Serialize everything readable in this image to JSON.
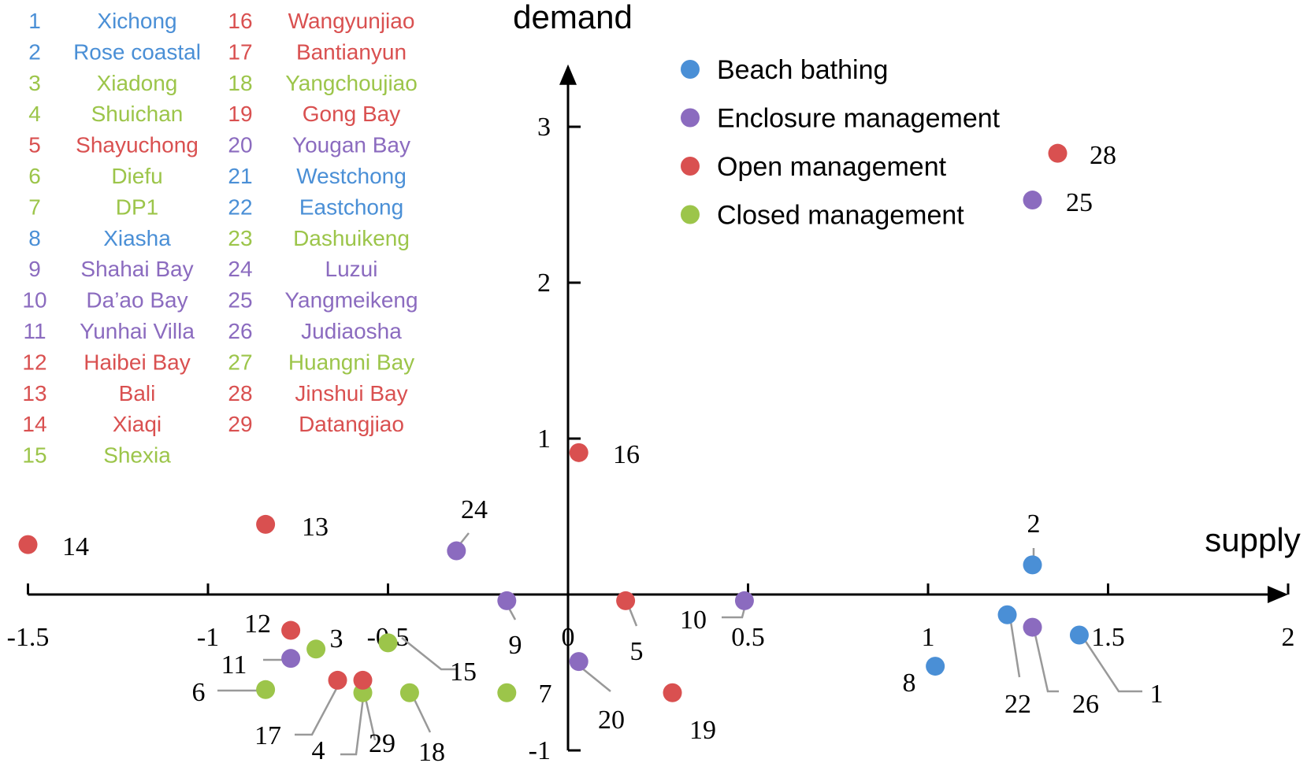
{
  "chart_data": {
    "type": "scatter",
    "xlabel": "supply",
    "ylabel": "demand",
    "xlim": [
      -1.5,
      2
    ],
    "ylim": [
      -1,
      3.4
    ],
    "x_ticks": [
      {
        "v": -1.5,
        "label": "-1.5"
      },
      {
        "v": -1,
        "label": "-1"
      },
      {
        "v": -0.5,
        "label": "-0.5"
      },
      {
        "v": 0,
        "label": "0"
      },
      {
        "v": 0.5,
        "label": "0.5"
      },
      {
        "v": 1,
        "label": "1"
      },
      {
        "v": 1.5,
        "label": "1.5"
      },
      {
        "v": 2,
        "label": "2"
      }
    ],
    "y_ticks": [
      {
        "v": -1,
        "label": "-1"
      },
      {
        "v": 0,
        "label": "0"
      },
      {
        "v": 1,
        "label": "1"
      },
      {
        "v": 2,
        "label": "2"
      },
      {
        "v": 3,
        "label": "3"
      }
    ],
    "grid": false,
    "legend_position": "top-center",
    "colors": {
      "blue": "#4a8fd6",
      "purple": "#8b6bbf",
      "red": "#d95050",
      "green": "#9cc54a",
      "axis": "#000000",
      "leader": "#999999"
    },
    "legend": [
      {
        "label": "Beach bathing",
        "color": "blue"
      },
      {
        "label": "Enclosure management",
        "color": "purple"
      },
      {
        "label": "Open management",
        "color": "red"
      },
      {
        "label": "Closed management",
        "color": "green"
      }
    ],
    "site_list": [
      {
        "id": "1",
        "name": "Xichong",
        "color": "blue"
      },
      {
        "id": "2",
        "name": "Rose coastal",
        "color": "blue"
      },
      {
        "id": "3",
        "name": "Xiadong",
        "color": "green"
      },
      {
        "id": "4",
        "name": "Shuichan",
        "color": "green"
      },
      {
        "id": "5",
        "name": "Shayuchong",
        "color": "red"
      },
      {
        "id": "6",
        "name": "Diefu",
        "color": "green"
      },
      {
        "id": "7",
        "name": "DP1",
        "color": "green"
      },
      {
        "id": "8",
        "name": "Xiasha",
        "color": "blue"
      },
      {
        "id": "9",
        "name": "Shahai Bay",
        "color": "purple"
      },
      {
        "id": "10",
        "name": "Da’ao Bay",
        "color": "purple"
      },
      {
        "id": "11",
        "name": "Yunhai  Villa",
        "color": "purple"
      },
      {
        "id": "12",
        "name": "Haibei Bay",
        "color": "red"
      },
      {
        "id": "13",
        "name": "Bali",
        "color": "red"
      },
      {
        "id": "14",
        "name": "Xiaqi",
        "color": "red"
      },
      {
        "id": "15",
        "name": "Shexia",
        "color": "green"
      },
      {
        "id": "16",
        "name": "Wangyunjiao",
        "color": "red"
      },
      {
        "id": "17",
        "name": "Bantianyun",
        "color": "red"
      },
      {
        "id": "18",
        "name": "Yangchoujiao",
        "color": "green"
      },
      {
        "id": "19",
        "name": "Gong Bay",
        "color": "red"
      },
      {
        "id": "20",
        "name": "Yougan  Bay",
        "color": "purple"
      },
      {
        "id": "21",
        "name": "Westchong",
        "color": "blue"
      },
      {
        "id": "22",
        "name": "Eastchong",
        "color": "blue"
      },
      {
        "id": "23",
        "name": "Dashuikeng",
        "color": "green"
      },
      {
        "id": "24",
        "name": "Luzui",
        "color": "purple"
      },
      {
        "id": "25",
        "name": "Yangmeikeng",
        "color": "purple"
      },
      {
        "id": "26",
        "name": "Judiaosha",
        "color": "purple"
      },
      {
        "id": "27",
        "name": "Huangni  Bay",
        "color": "green"
      },
      {
        "id": "28",
        "name": "Jinshui  Bay",
        "color": "red"
      },
      {
        "id": "29",
        "name": "Datangjiao",
        "color": "red"
      }
    ],
    "points": [
      {
        "label": "1",
        "x": 1.42,
        "y": -0.26,
        "color": "blue"
      },
      {
        "label": "2",
        "x": 1.29,
        "y": 0.19,
        "color": "blue"
      },
      {
        "label": "3",
        "x": -0.7,
        "y": -0.35,
        "color": "green"
      },
      {
        "label": "4",
        "x": -0.57,
        "y": -0.63,
        "color": "green"
      },
      {
        "label": "5",
        "x": 0.16,
        "y": -0.04,
        "color": "red"
      },
      {
        "label": "6",
        "x": -0.84,
        "y": -0.61,
        "color": "green"
      },
      {
        "label": "7",
        "x": -0.17,
        "y": -0.63,
        "color": "green"
      },
      {
        "label": "8",
        "x": 1.02,
        "y": -0.46,
        "color": "blue"
      },
      {
        "label": "9",
        "x": -0.17,
        "y": -0.04,
        "color": "purple"
      },
      {
        "label": "10",
        "x": 0.49,
        "y": -0.04,
        "color": "purple"
      },
      {
        "label": "11",
        "x": -0.77,
        "y": -0.41,
        "color": "purple"
      },
      {
        "label": "12",
        "x": -0.77,
        "y": -0.23,
        "color": "red"
      },
      {
        "label": "13",
        "x": -0.84,
        "y": 0.45,
        "color": "red"
      },
      {
        "label": "14",
        "x": -1.5,
        "y": 0.32,
        "color": "red"
      },
      {
        "label": "15",
        "x": -0.5,
        "y": -0.31,
        "color": "green"
      },
      {
        "label": "16",
        "x": 0.03,
        "y": 0.91,
        "color": "red"
      },
      {
        "label": "17",
        "x": -0.64,
        "y": -0.55,
        "color": "red"
      },
      {
        "label": "18",
        "x": -0.44,
        "y": -0.63,
        "color": "green"
      },
      {
        "label": "19",
        "x": 0.29,
        "y": -0.63,
        "color": "red"
      },
      {
        "label": "20",
        "x": 0.03,
        "y": -0.43,
        "color": "purple"
      },
      {
        "label": "22",
        "x": 1.22,
        "y": -0.13,
        "color": "blue"
      },
      {
        "label": "24",
        "x": -0.31,
        "y": 0.28,
        "color": "purple"
      },
      {
        "label": "25",
        "x": 1.29,
        "y": 2.53,
        "color": "purple"
      },
      {
        "label": "26",
        "x": 1.29,
        "y": -0.21,
        "color": "purple"
      },
      {
        "label": "28",
        "x": 1.36,
        "y": 2.83,
        "color": "red"
      },
      {
        "label": "29",
        "x": -0.57,
        "y": -0.55,
        "color": "red"
      }
    ]
  }
}
